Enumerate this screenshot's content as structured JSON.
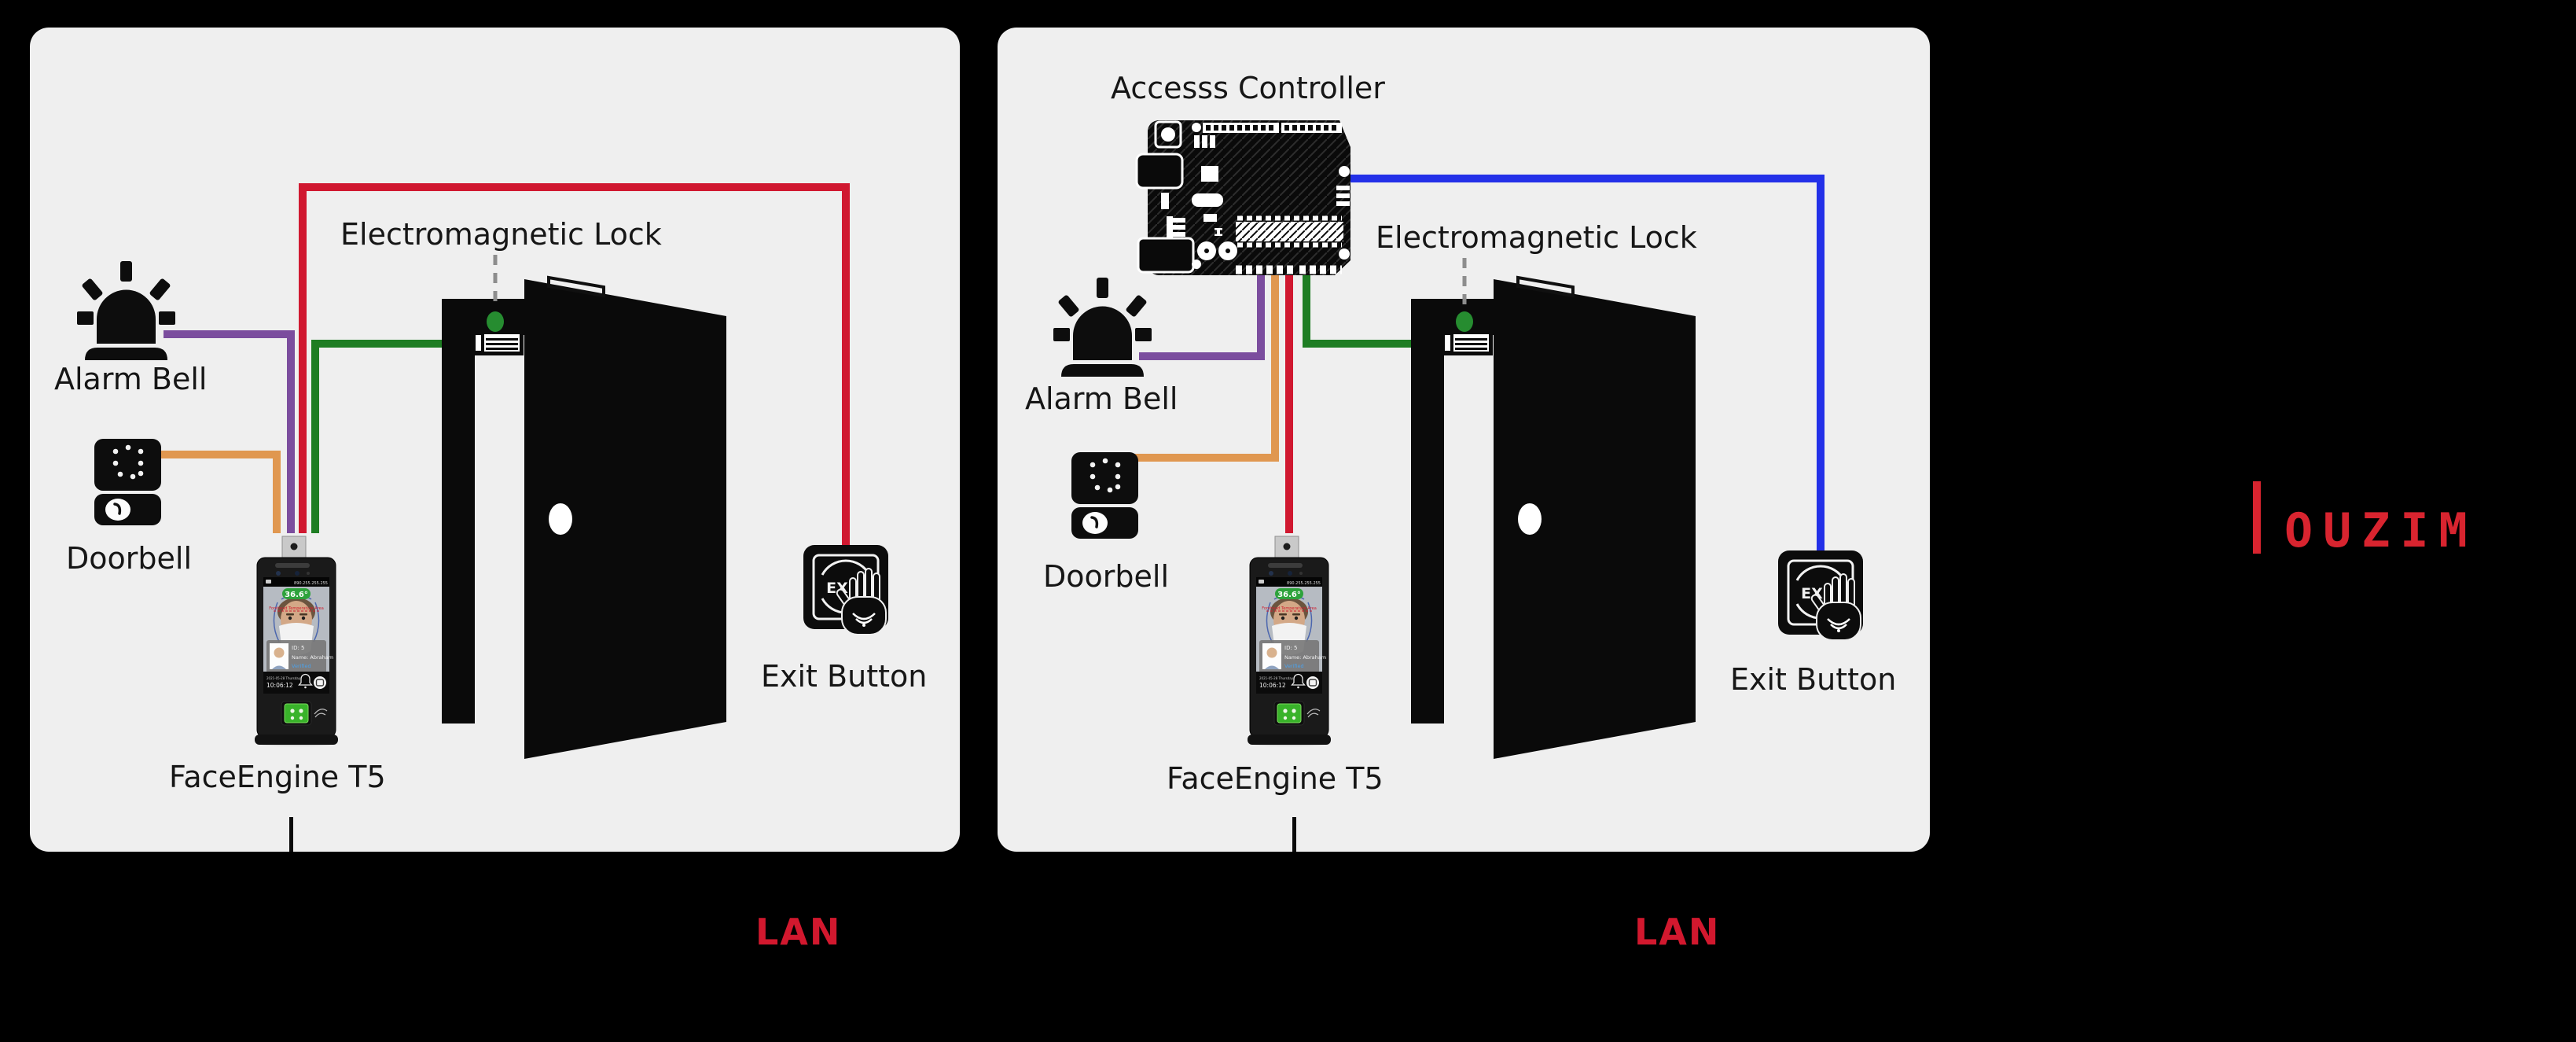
{
  "brand": {
    "text": "OUZIM",
    "color": "#d8242f"
  },
  "colors": {
    "background": "#000000",
    "panel_bg": "#efefef",
    "wire_orange": "#e09750",
    "wire_purple": "#7b4d9e",
    "wire_red": "#d01830",
    "wire_green": "#1e7d23",
    "wire_blue": "#2330e8",
    "lan_red": "#d2182e"
  },
  "icons": {
    "alarm_bell": "siren-icon",
    "doorbell": "doorbell-icon",
    "electromagnetic_lock": "maglock-icon",
    "exit_button": "exit-hand-icon",
    "access_controller": "circuit-board-icon",
    "face_terminal": "face-recognition-terminal-icon",
    "door": "open-door-icon"
  },
  "panel1": {
    "labels": {
      "electromagnetic_lock": "Electromagnetic Lock",
      "alarm_bell": "Alarm Bell",
      "doorbell": "Doorbell",
      "device": "FaceEngine T5",
      "exit_button": "Exit Button"
    },
    "lan_label": "LAN"
  },
  "panel2": {
    "labels": {
      "controller": "Accesss Controller",
      "electromagnetic_lock": "Electromagnetic Lock",
      "alarm_bell": "Alarm Bell",
      "doorbell": "Doorbell",
      "device": "FaceEngine T5",
      "exit_button": "Exit Button"
    },
    "lan_label": "LAN"
  },
  "device_screen": {
    "ip": "890.255.255.255",
    "temperature": "36.6°",
    "warning": "Forehead Temperature Area",
    "id_line": "ID: 5",
    "name_line": "Name: Abraham",
    "status_line": "Verified",
    "date_line": "2021-05-28 Thursday",
    "time_line": "10:06:12"
  },
  "exit_button_text": "EXIT"
}
